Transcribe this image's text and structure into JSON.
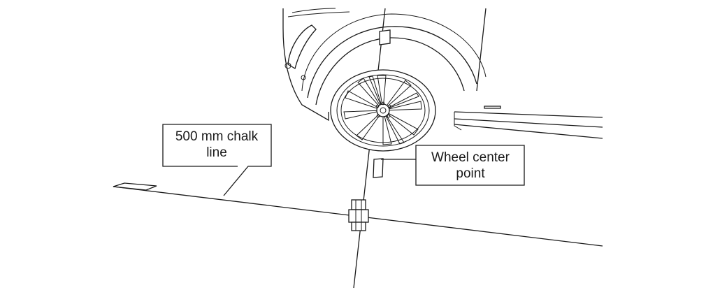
{
  "figure": {
    "description_labels": {
      "chalk_line_callout": [
        "500 mm chalk",
        "line"
      ],
      "wheel_center_callout": [
        "Wheel center",
        "point"
      ]
    }
  }
}
